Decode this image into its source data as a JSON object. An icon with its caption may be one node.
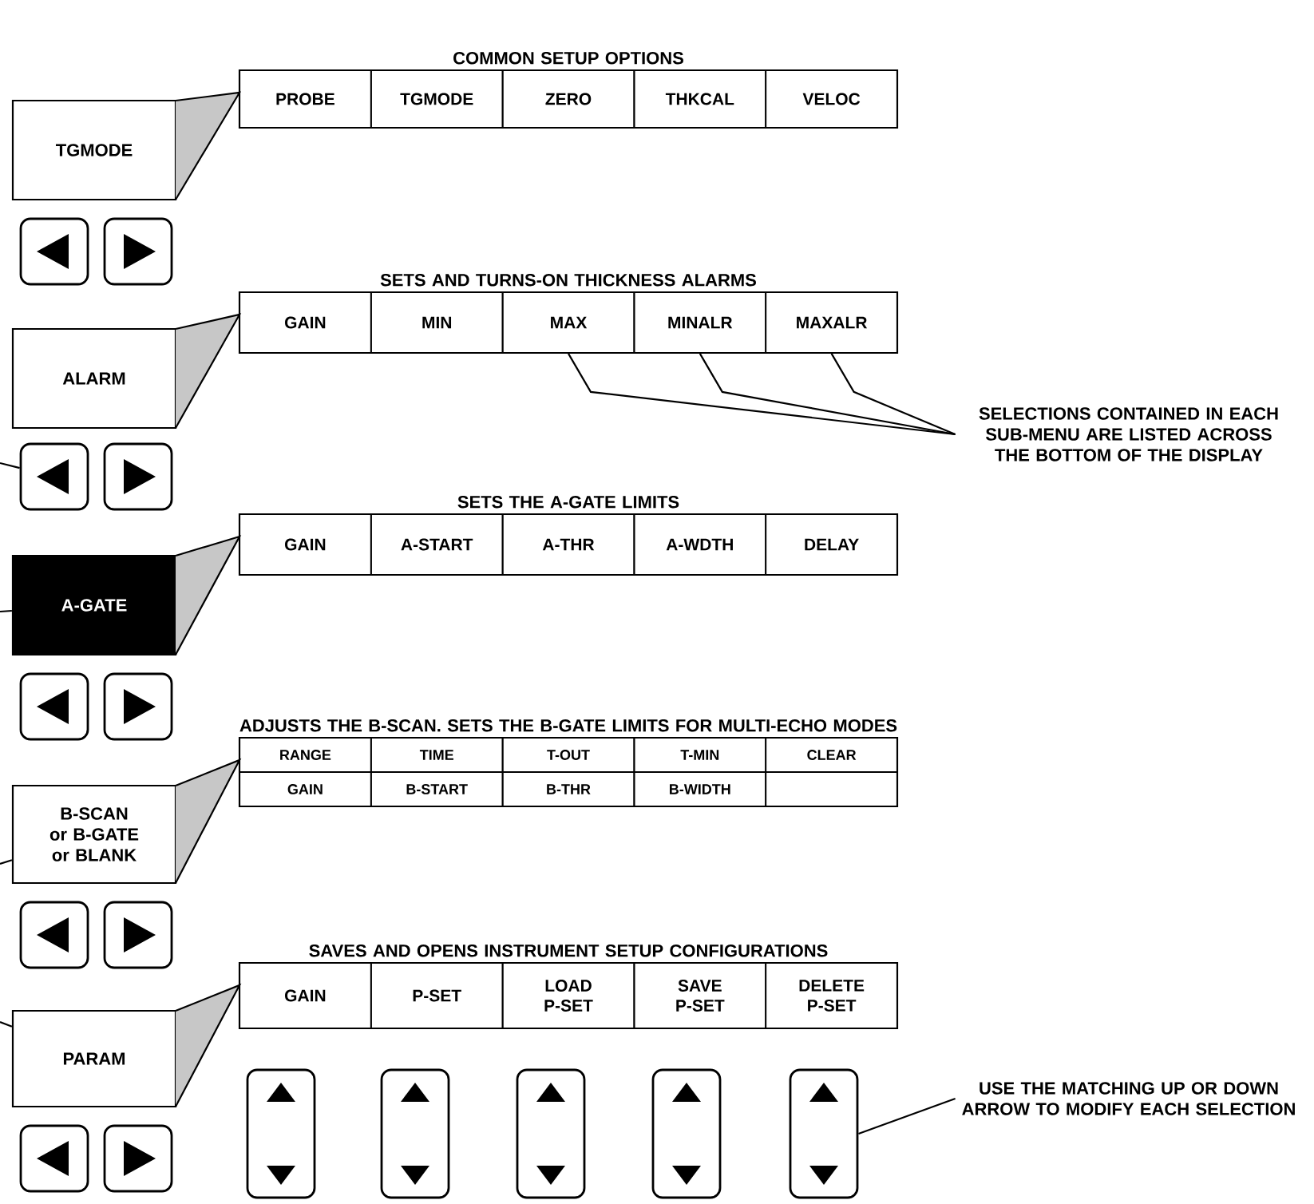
{
  "diagram": {
    "nodes": [
      {
        "text": [
          "TGMODE"
        ]
      },
      {
        "text": [
          "COMMON SETUP OPTIONS"
        ]
      },
      {
        "text": [
          "PROBE"
        ],
        "in": 1
      },
      {
        "text": [
          "TGMODE"
        ],
        "in": 1
      },
      {
        "text": [
          "ZERO"
        ],
        "in": 1
      },
      {
        "text": [
          "THKCAL"
        ],
        "in": 1
      },
      {
        "text": [
          "VELOC"
        ],
        "in": 1
      },
      {
        "text": [],
        "shape": "box"
      },
      {
        "text": [],
        "shape": "box"
      },
      {
        "text": [
          "ALARM"
        ]
      },
      {
        "text": [
          "SETS AND TURNS-ON THICKNESS ALARMS"
        ]
      },
      {
        "text": [
          "GAIN"
        ],
        "in": 10
      },
      {
        "text": [
          "MIN"
        ],
        "in": 10
      },
      {
        "text": [
          "MAX"
        ],
        "in": 10
      },
      {
        "text": [
          "MINALR"
        ],
        "in": 10
      },
      {
        "text": [
          "MAXALR"
        ],
        "in": 10
      },
      {
        "text": [
          "SELECTIONS CONTAINED IN EACH SUB-MENU ARE LISTED ACROSS THE BOTTOM OF THE DISPLAY"
        ]
      },
      {
        "text": [],
        "shape": "box"
      },
      {
        "text": [],
        "shape": "box"
      },
      {
        "text": [
          "A-GATE"
        ]
      },
      {
        "text": [
          "SETS THE A-GATE LIMITS"
        ]
      },
      {
        "text": [
          "GAIN"
        ],
        "in": 20
      },
      {
        "text": [
          "A-START"
        ],
        "in": 20
      },
      {
        "text": [
          "A-THR"
        ],
        "in": 20
      },
      {
        "text": [
          "A-WDTH"
        ],
        "in": 20
      },
      {
        "text": [
          "DELAY"
        ],
        "in": 20
      },
      {
        "text": [],
        "shape": "box"
      },
      {
        "text": [],
        "shape": "box"
      },
      {
        "text": [
          "B-SCAN or B-GATE or BLANK"
        ]
      },
      {
        "text": [
          "ADJUSTS THE B-SCAN. SETS THE B-GATE LIMITS FOR MULTI-ECHO MODES"
        ]
      },
      {
        "text": [
          "RANGE"
        ],
        "in": 29
      },
      {
        "text": [
          "TIME"
        ],
        "in": 29
      },
      {
        "text": [
          "T-OUT"
        ],
        "in": 29
      },
      {
        "text": [
          "T-MIN"
        ],
        "in": 29
      },
      {
        "text": [
          "CLEAR"
        ],
        "in": 29
      },
      {
        "text": [
          "GAIN"
        ],
        "in": 29
      },
      {
        "text": [
          "B-START"
        ],
        "in": 29
      },
      {
        "text": [
          "B-THR"
        ],
        "in": 29
      },
      {
        "text": [
          "B-WIDTH"
        ],
        "in": 29
      },
      {
        "text": [],
        "shape": "box",
        "in": 29
      },
      {
        "text": [],
        "shape": "box"
      },
      {
        "text": [],
        "shape": "box"
      },
      {
        "text": [
          "PARAM"
        ]
      },
      {
        "text": [
          "SAVES AND OPENS INSTRUMENT SETUP CONFIGURATIONS"
        ]
      },
      {
        "text": [
          "GAIN"
        ],
        "in": 43
      },
      {
        "text": [
          "P-SET"
        ],
        "in": 43
      },
      {
        "text": [
          "LOAD P-SET"
        ],
        "in": 43
      },
      {
        "text": [
          "SAVE P-SET"
        ],
        "in": 43
      },
      {
        "text": [
          "DELETE P-SET"
        ],
        "in": 43
      },
      {
        "text": [],
        "shape": "box"
      },
      {
        "text": [],
        "shape": "box"
      },
      {
        "text": [],
        "shape": "box"
      },
      {
        "text": [],
        "shape": "box"
      },
      {
        "text": [],
        "shape": "box"
      },
      {
        "text": [
          "USE THE MATCHING UP OR DOWN ARROW TO MODIFY EACH SELECTION"
        ]
      },
      {
        "text": [],
        "shape": "box"
      },
      {
        "text": [],
        "shape": "box"
      }
    ],
    "edges": [
      {
        "from": 16,
        "to": 13,
        "arrow": "none"
      },
      {
        "from": 16,
        "to": 14,
        "arrow": "none"
      },
      {
        "from": 16,
        "to": 15,
        "arrow": "none"
      },
      {
        "from": 54,
        "to": 53,
        "arrow": "none"
      },
      {
        "from": null,
        "to": 17,
        "arrow": "none"
      },
      {
        "from": null,
        "to": 19,
        "arrow": "none"
      },
      {
        "from": null,
        "to": 28,
        "arrow": "none"
      },
      {
        "from": null,
        "to": 42,
        "arrow": "none"
      }
    ]
  }
}
